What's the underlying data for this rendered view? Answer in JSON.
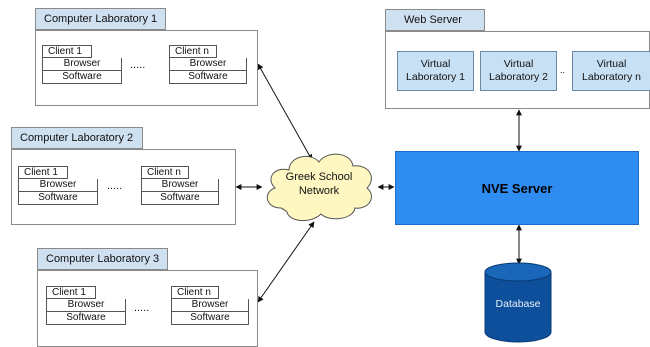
{
  "labs": [
    {
      "title": "Computer Laboratory 1",
      "client_first": "Client 1",
      "client_last": "Client n",
      "browser": "Browser",
      "software": "Software",
      "dots": "....."
    },
    {
      "title": "Computer Laboratory 2",
      "client_first": "Client 1",
      "client_last": "Client n",
      "browser": "Browser",
      "software": "Software",
      "dots": "....."
    },
    {
      "title": "Computer Laboratory 3",
      "client_first": "Client 1",
      "client_last": "Client n",
      "browser": "Browser",
      "software": "Software",
      "dots": "....."
    }
  ],
  "web_server": {
    "title": "Web Server",
    "vlabs": [
      {
        "line1": "Virtual",
        "line2": "Laboratory 1"
      },
      {
        "line1": "Virtual",
        "line2": "Laboratory 2"
      },
      {
        "line1": "Virtual",
        "line2": "Laboratory n"
      }
    ],
    "dots": ".."
  },
  "network": {
    "line1": "Greek School",
    "line2": "Network"
  },
  "nve_server": "NVE Server",
  "database": "Database",
  "colors": {
    "tab": "#cfe0f1",
    "vlab": "#c7e0f3",
    "nve": "#2f8cf0",
    "database": "#0d4f9a",
    "cloud": "#fff7c2"
  }
}
